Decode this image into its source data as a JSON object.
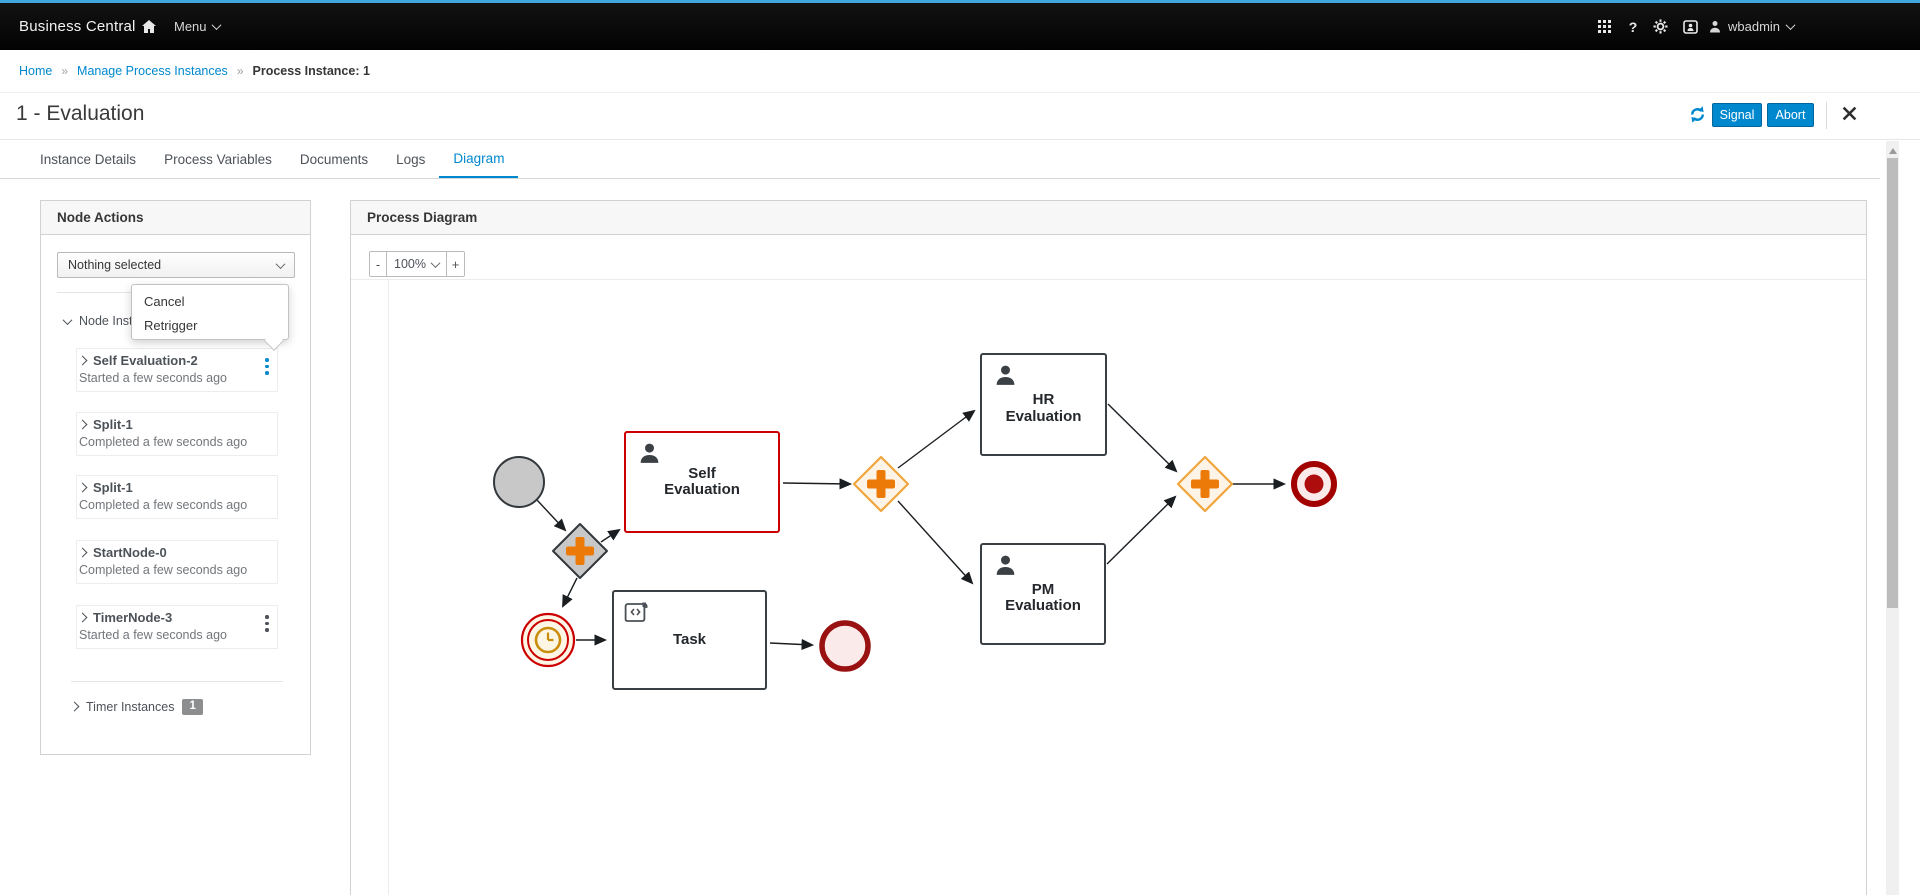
{
  "topbar": {
    "brand": "Business Central",
    "menu_label": "Menu",
    "help_glyph": "?",
    "user_name": "wbadmin"
  },
  "breadcrumb": {
    "separator": "»",
    "items": [
      "Home",
      "Manage Process Instances",
      "Process Instance: 1"
    ]
  },
  "header": {
    "title": "1 - Evaluation",
    "signal_label": "Signal",
    "abort_label": "Abort"
  },
  "tabs": [
    {
      "label": "Instance Details",
      "active": false
    },
    {
      "label": "Process Variables",
      "active": false
    },
    {
      "label": "Documents",
      "active": false
    },
    {
      "label": "Logs",
      "active": false
    },
    {
      "label": "Diagram",
      "active": true
    }
  ],
  "node_actions": {
    "title": "Node Actions",
    "selector_value": "Nothing selected",
    "context_menu": [
      "Cancel",
      "Retrigger"
    ],
    "node_instances_label": "Node Instances",
    "items": [
      {
        "name": "Self Evaluation-2",
        "status": "Started a few seconds ago",
        "kebab": "blue"
      },
      {
        "name": "Split-1",
        "status": "Completed a few seconds ago",
        "kebab": "none"
      },
      {
        "name": "Split-1",
        "status": "Completed a few seconds ago",
        "kebab": "none"
      },
      {
        "name": "StartNode-0",
        "status": "Completed a few seconds ago",
        "kebab": "none"
      },
      {
        "name": "TimerNode-3",
        "status": "Started a few seconds ago",
        "kebab": "dark"
      }
    ],
    "timer_instances_label": "Timer Instances",
    "timer_instances_count": "1"
  },
  "diagram_panel": {
    "title": "Process Diagram",
    "zoom_out_label": "-",
    "zoom_level": "100%",
    "zoom_in_label": "+"
  },
  "diagram_nodes": {
    "self_evaluation": "Self Evaluation",
    "task": "Task",
    "hr_evaluation": "HR Evaluation",
    "pm_evaluation": "PM Evaluation"
  },
  "colors": {
    "accent_blue": "#0088ce",
    "masthead_top_border": "#3fa7dd",
    "active_node_red": "#cc0000",
    "gateway_plus_orange": "#ec7a08",
    "gateway_border_orange": "#f0a53c",
    "end_node_red": "#a30000",
    "completed_gray": "#c8c8c8",
    "timer_ring_red": "#cc0000",
    "timer_clock_amber": "#c98d0b"
  }
}
